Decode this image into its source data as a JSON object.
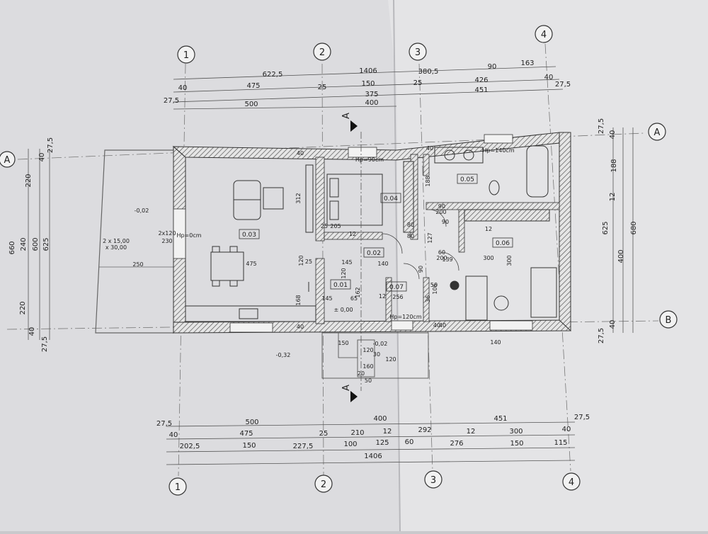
{
  "axes_top": [
    "1",
    "2",
    "3",
    "4"
  ],
  "axes_bottom": [
    "1",
    "2",
    "3",
    "4"
  ],
  "axes_side": [
    "A",
    "B"
  ],
  "rooms": [
    "0.01",
    "0.02",
    "0.03",
    "0.04",
    "0.05",
    "0.06",
    "0.07"
  ],
  "section_label": "A",
  "dims": {
    "top1": [
      "622,5",
      "1406",
      "380,5",
      "90",
      "163"
    ],
    "top2": [
      "40",
      "475",
      "25",
      "150",
      "25",
      "426",
      "40"
    ],
    "top3": [
      "27,5",
      "375",
      "451",
      "27,5"
    ],
    "top4": [
      "500",
      "400"
    ],
    "bot1": [
      "27,5",
      "500",
      "400",
      "451",
      "27,5"
    ],
    "bot2": [
      "40",
      "475",
      "25",
      "210",
      "12",
      "292",
      "12",
      "300",
      "40"
    ],
    "bot3": [
      "202,5",
      "150",
      "227,5",
      "100",
      "125",
      "60",
      "276",
      "150",
      "115"
    ],
    "bot4": [
      "1406"
    ],
    "left": [
      "660",
      "220",
      "240",
      "600",
      "625",
      "220",
      "40",
      "40",
      "27,5",
      "27,5"
    ],
    "right": [
      "27,5",
      "40",
      "188",
      "12",
      "625",
      "680",
      "400",
      "40",
      "27,5"
    ],
    "interior": [
      "312",
      "475",
      "250",
      "120",
      "145",
      "145",
      "120",
      "140",
      "300",
      "205",
      "162",
      "65",
      "256",
      "36",
      "106",
      "139",
      "300",
      "90",
      "50",
      "90",
      "127",
      "168",
      "188",
      "12",
      "25",
      "40",
      "40",
      "25",
      "12",
      "12",
      "80",
      "80",
      "40",
      "40",
      "40"
    ],
    "openings": [
      "2x120",
      "230",
      "2 x 15,00",
      "x 30,00",
      "Hp=0cm",
      "Hp=90cm",
      "Hp=140cm",
      "Hp=120cm",
      "150",
      "140",
      "60",
      "200",
      "90",
      "200",
      "120",
      "160",
      "20",
      "50",
      "30",
      "120"
    ],
    "levels": [
      "-0,02",
      "± 0,00",
      "-0,02",
      "-0,32"
    ]
  }
}
